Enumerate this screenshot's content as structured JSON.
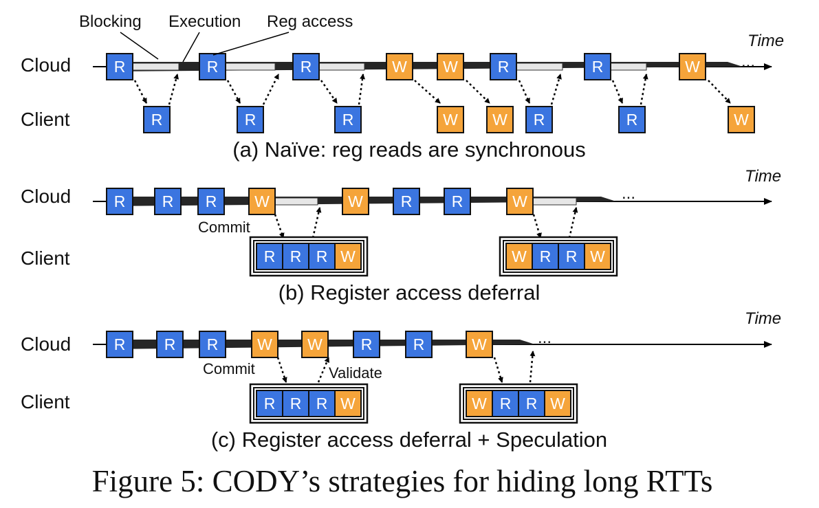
{
  "labels": {
    "cloud": "Cloud",
    "client": "Client",
    "time": "Time",
    "ellipsis": "...",
    "blocking": "Blocking",
    "execution": "Execution",
    "reg_access": "Reg access",
    "commit": "Commit",
    "validate": "Validate"
  },
  "colors": {
    "read": "#3b75e0",
    "write": "#f5a43a",
    "bar": "#262626",
    "blocking": "#e6e6e6"
  },
  "panels": [
    {
      "caption": "(a) Naïve: reg reads are synchronous",
      "cloud_ops": [
        "R",
        "R",
        "R",
        "W",
        "W",
        "R",
        "R",
        "W"
      ],
      "client_ops": [
        "R",
        "R",
        "R",
        "W",
        "W",
        "R",
        "R",
        "W"
      ]
    },
    {
      "caption": "(b) Register access deferral",
      "cloud_ops": [
        "R",
        "R",
        "R",
        "W",
        "W",
        "R",
        "R",
        "W"
      ],
      "client_batches": [
        [
          "R",
          "R",
          "R",
          "W"
        ],
        [
          "W",
          "R",
          "R",
          "W"
        ]
      ]
    },
    {
      "caption": "(c) Register access deferral + Speculation",
      "cloud_ops": [
        "R",
        "R",
        "R",
        "W",
        "W",
        "R",
        "R",
        "W"
      ],
      "client_batches": [
        [
          "R",
          "R",
          "R",
          "W"
        ],
        [
          "W",
          "R",
          "R",
          "W"
        ]
      ]
    }
  ],
  "figure_caption": "Figure 5: CODY’s strategies for hiding long RTTs"
}
